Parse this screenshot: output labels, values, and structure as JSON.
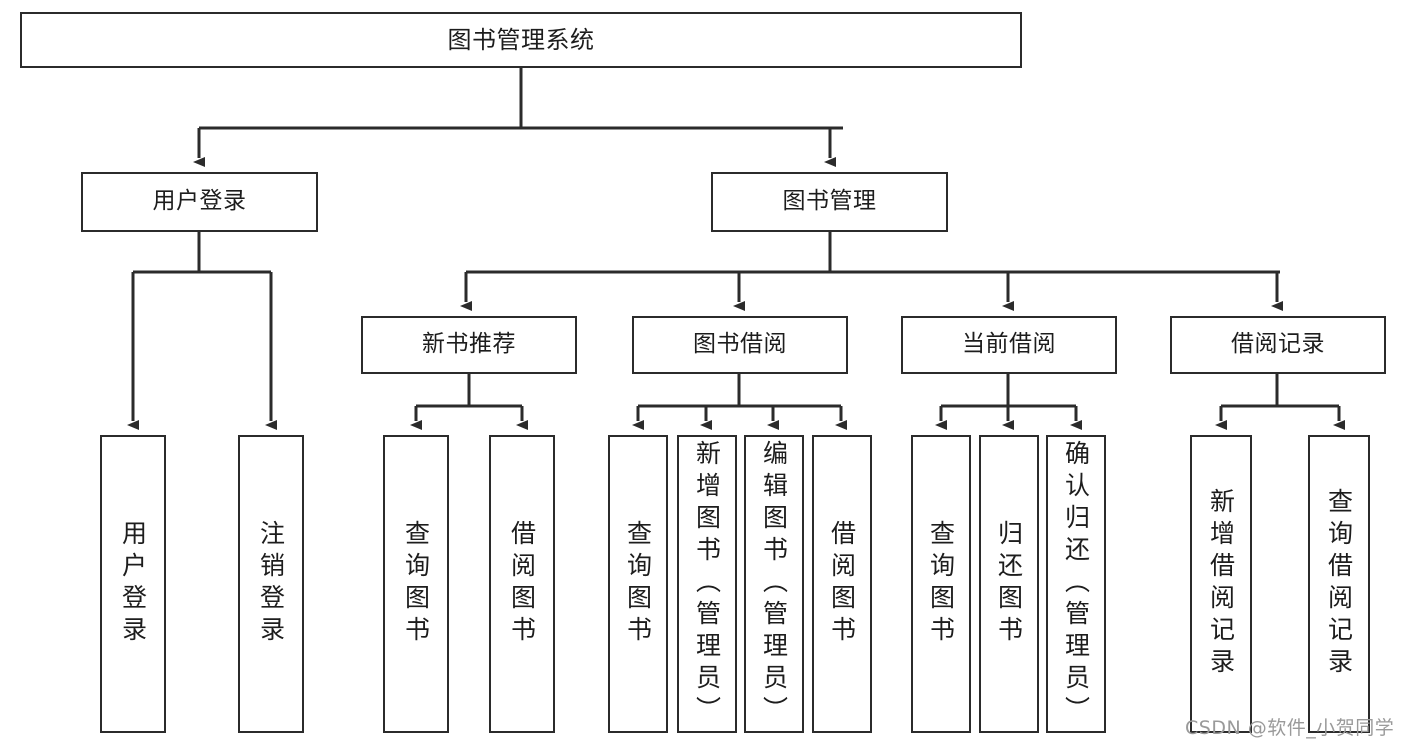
{
  "diagram": {
    "type": "tree-hierarchy",
    "title": "图书管理系统",
    "orientation": "top-down",
    "colors": {
      "stroke": "#2b2b2b",
      "fill": "#ffffff",
      "text": "#1d1d1d",
      "watermark": "#9a9a9a"
    },
    "nodes": {
      "root": {
        "label": "图书管理系统"
      },
      "level2": [
        {
          "id": "user-login",
          "label": "用户登录"
        },
        {
          "id": "book-manage",
          "label": "图书管理"
        }
      ],
      "level3": [
        {
          "id": "new-book-recommend",
          "label": "新书推荐"
        },
        {
          "id": "book-borrow",
          "label": "图书借阅"
        },
        {
          "id": "current-borrow",
          "label": "当前借阅"
        },
        {
          "id": "borrow-record",
          "label": "借阅记录"
        }
      ],
      "leaves": [
        {
          "id": "leaf-user-login",
          "label": "用户登录",
          "parent": "user-login"
        },
        {
          "id": "leaf-logout-login",
          "label": "注销登录",
          "parent": "user-login"
        },
        {
          "id": "leaf-query-book-1",
          "label": "查询图书",
          "parent": "new-book-recommend"
        },
        {
          "id": "leaf-borrow-book-1",
          "label": "借阅图书",
          "parent": "new-book-recommend"
        },
        {
          "id": "leaf-query-book-2",
          "label": "查询图书",
          "parent": "book-borrow"
        },
        {
          "id": "leaf-add-book",
          "label": "新增图书（管理员）",
          "parent": "book-borrow"
        },
        {
          "id": "leaf-edit-book",
          "label": "编辑图书（管理员）",
          "parent": "book-borrow"
        },
        {
          "id": "leaf-borrow-book-2",
          "label": "借阅图书",
          "parent": "book-borrow"
        },
        {
          "id": "leaf-query-book-3",
          "label": "查询图书",
          "parent": "current-borrow"
        },
        {
          "id": "leaf-return-book",
          "label": "归还图书",
          "parent": "current-borrow"
        },
        {
          "id": "leaf-confirm-return",
          "label": "确认归还（管理员）",
          "parent": "current-borrow"
        },
        {
          "id": "leaf-add-record",
          "label": "新增借阅记录",
          "parent": "borrow-record"
        },
        {
          "id": "leaf-query-record",
          "label": "查询借阅记录",
          "parent": "borrow-record"
        }
      ]
    },
    "watermark": "CSDN @软件_小贺同学"
  }
}
